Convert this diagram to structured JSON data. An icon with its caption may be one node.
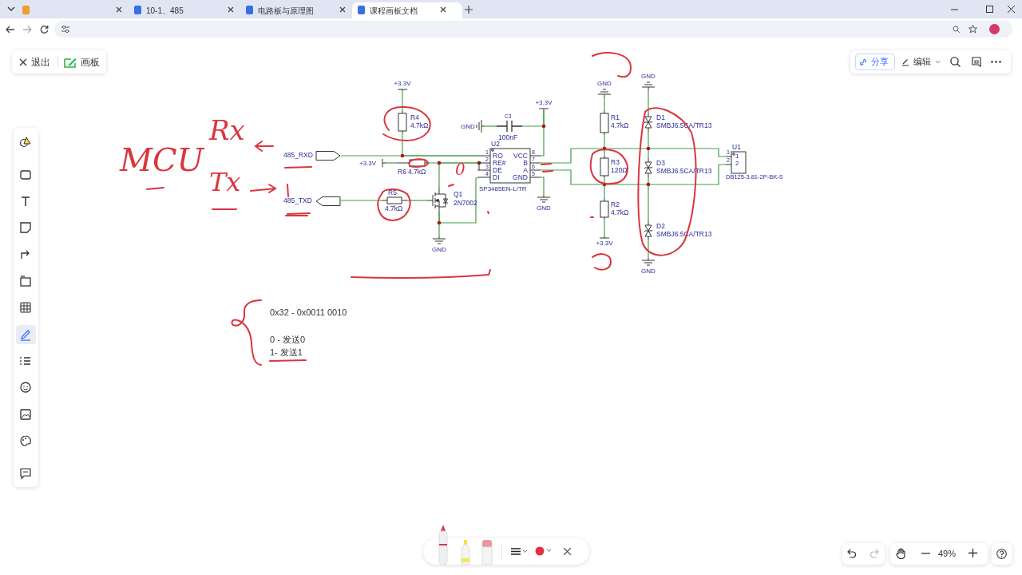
{
  "diagram": {
    "nodes": [
      {
        "text": [
          "485_RXD"
        ]
      },
      {
        "text": [
          "485_TXD"
        ]
      },
      {
        "text": [
          "R4",
          "4.7kΩ"
        ]
      },
      {
        "text": [
          "R6",
          "4.7kΩ"
        ]
      },
      {
        "text": [
          "R5",
          "4.7kΩ"
        ]
      },
      {
        "text": [
          "Q1",
          "2N7002"
        ]
      },
      {
        "text": [
          "C3",
          "100nF"
        ]
      },
      {
        "text": [
          "U2",
          "1",
          "2",
          "3",
          "4",
          "RO",
          "RE#",
          "DE",
          "DI",
          "8",
          "7",
          "6",
          "5",
          "VCC",
          "B",
          "A",
          "GND",
          "SP3485EN-L/TR"
        ]
      },
      {
        "text": [
          "R1",
          "4.7kΩ"
        ]
      },
      {
        "text": [
          "R3",
          "120Ω"
        ]
      },
      {
        "text": [
          "R2",
          "4.7kΩ"
        ]
      },
      {
        "text": [
          "D1",
          "SMBJ6.5CA/TR13"
        ]
      },
      {
        "text": [
          "D3",
          "SMBJ6.5CA/TR13"
        ]
      },
      {
        "text": [
          "D2",
          "SMBJ6.5CA/TR13"
        ]
      },
      {
        "text": [
          "U1",
          "1",
          "2",
          "1",
          "2",
          "DB125-3.81-2P-BK-S"
        ]
      },
      {
        "text": [
          "+3.3V"
        ]
      },
      {
        "text": [
          "+3.3V"
        ]
      },
      {
        "text": [
          "GND"
        ]
      },
      {
        "text": [
          "+3.3V"
        ]
      },
      {
        "text": [
          "GND"
        ]
      },
      {
        "text": [
          "GND"
        ]
      },
      {
        "text": [
          "GND"
        ]
      },
      {
        "text": [
          "GND"
        ]
      },
      {
        "text": [
          "+3.3V"
        ]
      },
      {
        "text": [
          "GND"
        ]
      }
    ],
    "edges": [
      {
        "from": 0,
        "to": 7,
        "arrow": "none"
      },
      {
        "from": 2,
        "to": 7,
        "arrow": "none"
      },
      {
        "from": 15,
        "to": 2,
        "arrow": "none"
      },
      {
        "from": 16,
        "to": 3,
        "arrow": "none"
      },
      {
        "from": 3,
        "to": 7,
        "arrow": "none"
      },
      {
        "from": 5,
        "to": 7,
        "arrow": "none"
      },
      {
        "from": 1,
        "to": 4,
        "arrow": "none"
      },
      {
        "from": 4,
        "to": 5,
        "arrow": "none"
      },
      {
        "from": 5,
        "to": 19,
        "arrow": "none"
      },
      {
        "from": 5,
        "to": 7,
        "arrow": "none"
      },
      {
        "from": 17,
        "to": 6,
        "arrow": "none"
      },
      {
        "from": 6,
        "to": 18,
        "arrow": "none"
      },
      {
        "from": 7,
        "to": 18,
        "arrow": "none"
      },
      {
        "from": 7,
        "to": 20,
        "arrow": "none"
      },
      {
        "from": 7,
        "to": 14,
        "arrow": "none"
      },
      {
        "from": 7,
        "to": 14,
        "arrow": "none"
      },
      {
        "from": 8,
        "to": 9,
        "arrow": "none"
      },
      {
        "from": 9,
        "to": 10,
        "arrow": "none"
      },
      {
        "from": 11,
        "to": 12,
        "arrow": "none"
      },
      {
        "from": 12,
        "to": 13,
        "arrow": "none"
      },
      {
        "from": 21,
        "to": 8,
        "arrow": "none"
      },
      {
        "from": 10,
        "to": 23,
        "arrow": "none"
      },
      {
        "from": 22,
        "to": 11,
        "arrow": "none"
      },
      {
        "from": 13,
        "to": 24,
        "arrow": "none"
      }
    ],
    "labels": [
      "10-1、485",
      "电路板与原理图",
      "课程画板文档",
      "退出",
      "画板",
      "分享",
      "编辑",
      "Rx",
      "MCU",
      "0",
      "Tx",
      "0x32 - 0x0011 0010",
      "0 - 发送0",
      "1- 发送1",
      "49%"
    ]
  }
}
